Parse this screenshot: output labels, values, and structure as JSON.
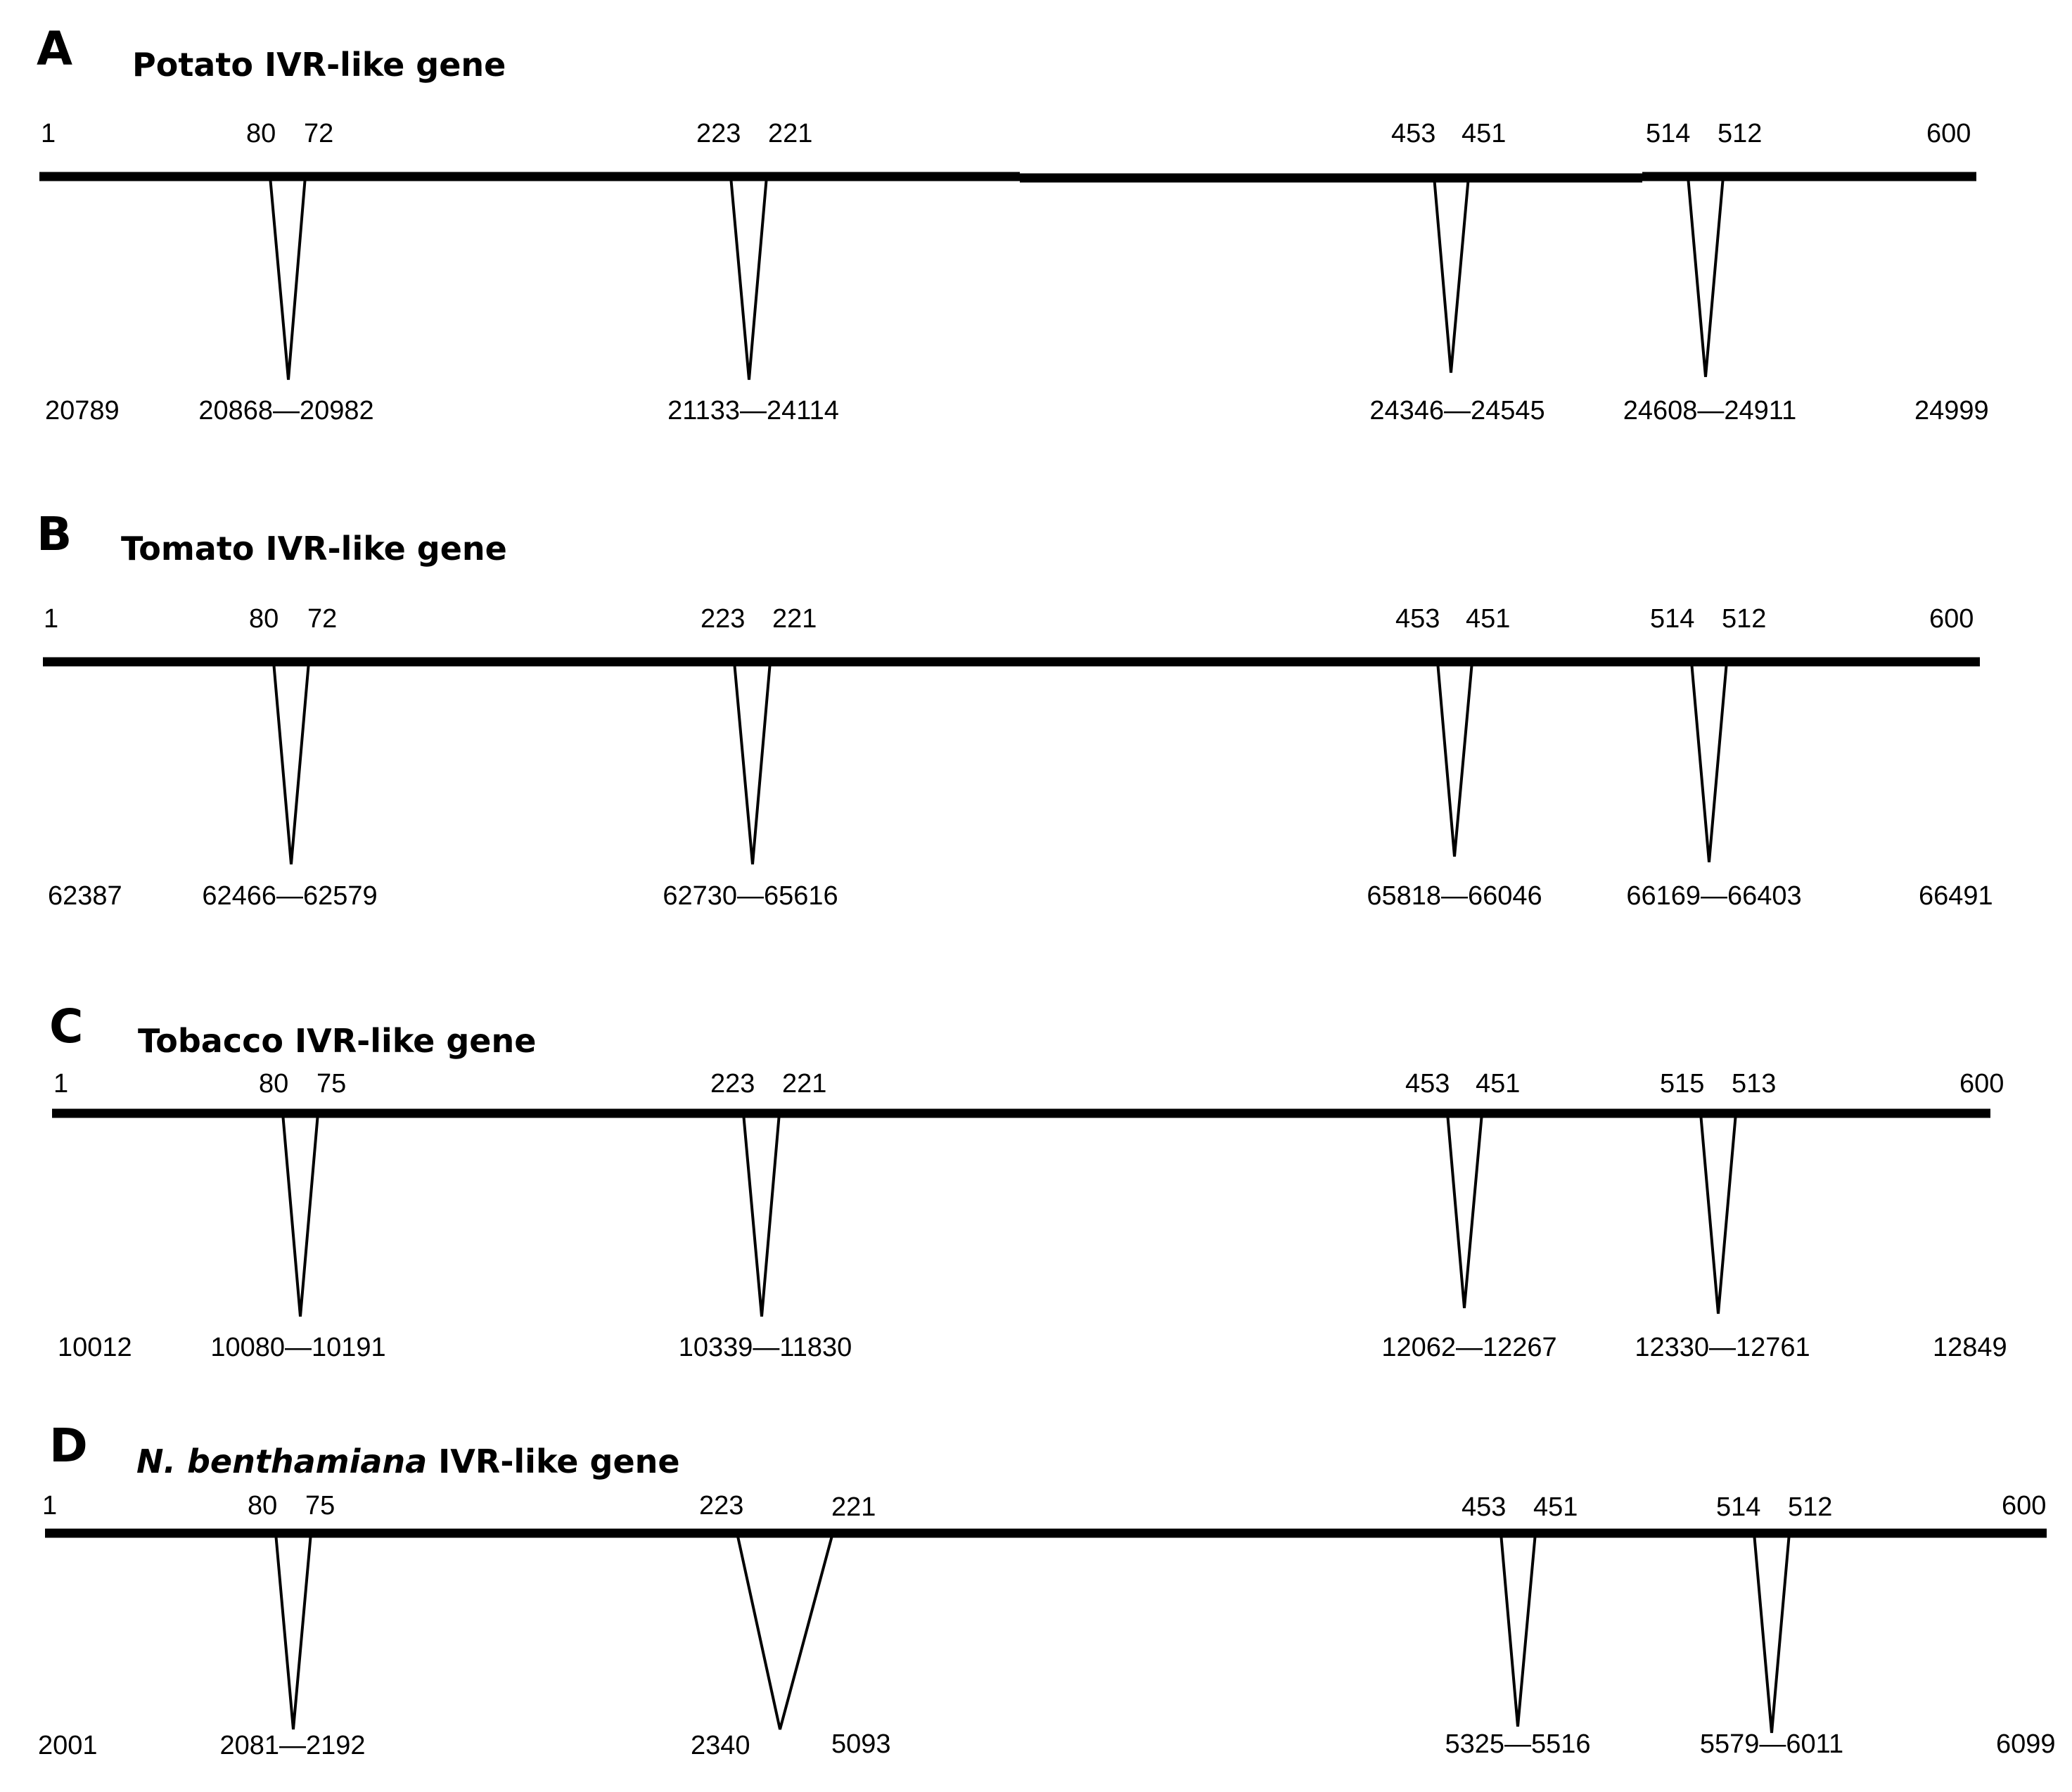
{
  "panels": [
    {
      "letter": "A",
      "title_plain": "Potato IVR-like gene",
      "title_italic": "",
      "title_rest": "",
      "top_labels": [
        "1",
        "80",
        "72",
        "223",
        "221",
        "453",
        "451",
        "514",
        "512",
        "600"
      ],
      "bottom_labels": [
        "20789",
        "20868—20982",
        "21133—24114",
        "24346—24545",
        "24608—24911",
        "24999"
      ]
    },
    {
      "letter": "B",
      "title_plain": "Tomato IVR-like gene",
      "title_italic": "",
      "title_rest": "",
      "top_labels": [
        "1",
        "80",
        "72",
        "223",
        "221",
        "453",
        "451",
        "514",
        "512",
        "600"
      ],
      "bottom_labels": [
        "62387",
        "62466—62579",
        "62730—65616",
        "65818—66046",
        "66169—66403",
        "66491"
      ]
    },
    {
      "letter": "C",
      "title_plain": "Tobacco IVR-like gene",
      "title_italic": "",
      "title_rest": "",
      "top_labels": [
        "1",
        "80",
        "75",
        "223",
        "221",
        "453",
        "451",
        "515",
        "513",
        "600"
      ],
      "bottom_labels": [
        "10012",
        "10080—10191",
        "10339—11830",
        "12062—12267",
        "12330—12761",
        "12849"
      ]
    },
    {
      "letter": "D",
      "title_plain": "",
      "title_italic": "N. benthamiana",
      "title_rest": " IVR-like gene",
      "top_labels": [
        "1",
        "80",
        "75",
        "223",
        "221",
        "453",
        "451",
        "514",
        "512",
        "600"
      ],
      "bottom_labels": [
        "2001",
        "2081—2192",
        "2340",
        "5093",
        "5325—5516",
        "5579—6011",
        "6099"
      ]
    }
  ]
}
